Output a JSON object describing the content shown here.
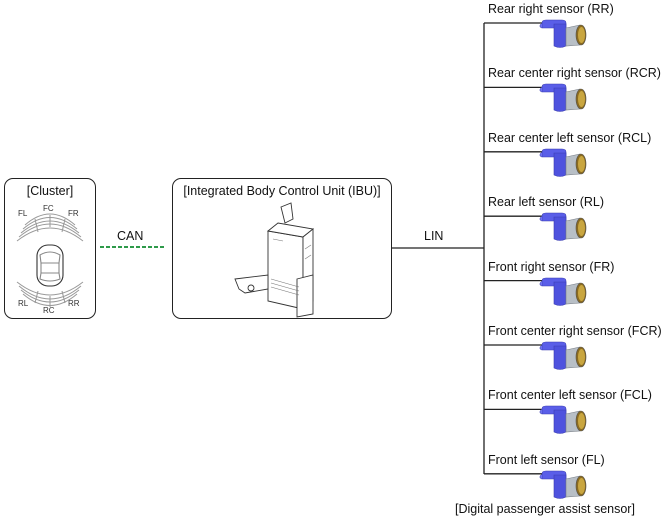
{
  "cluster": {
    "title": "[Cluster]",
    "zones": {
      "fl": "FL",
      "fc": "FC",
      "fr": "FR",
      "rl": "RL",
      "rc": "RC",
      "rr": "RR"
    }
  },
  "ibu": {
    "title": "[Integrated Body Control Unit (IBU)]"
  },
  "connections": {
    "can_label": "CAN",
    "lin_label": "LIN",
    "can_color": "#2e9a4a"
  },
  "sensors": [
    {
      "label": "Rear right sensor (RR)"
    },
    {
      "label": "Rear center right sensor (RCR)"
    },
    {
      "label": "Rear center left sensor (RCL)"
    },
    {
      "label": "Rear left sensor (RL)"
    },
    {
      "label": "Front right sensor (FR)"
    },
    {
      "label": "Front center right sensor (FCR)"
    },
    {
      "label": "Front center left sensor (FCL)"
    },
    {
      "label": "Front left sensor (FL)"
    }
  ],
  "sensor_group_caption": "[Digital passenger assist sensor]",
  "colors": {
    "sensor_body": "#5a5ee8",
    "sensor_barrel": "#b8bfc6",
    "sensor_lens": "#c9a640"
  }
}
